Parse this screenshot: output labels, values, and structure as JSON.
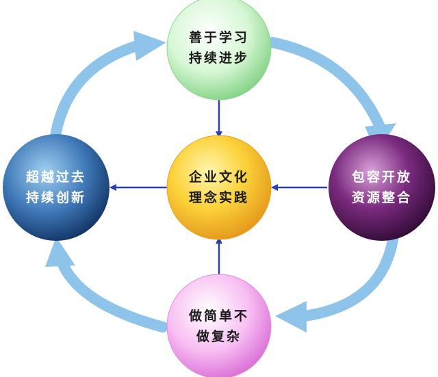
{
  "nodes": {
    "top": {
      "line1": "善于学习",
      "line2": "持续进步",
      "text_color": "#1a1a1a",
      "fill": "#c6f2c4"
    },
    "center": {
      "line1": "企业文化",
      "line2": "理念实践",
      "text_color": "#1a1a1a",
      "fill": "#f8c21c"
    },
    "left": {
      "line1": "超越过去",
      "line2": "持续创新",
      "text_color": "#ffffff",
      "fill": "#2f5f9e"
    },
    "right": {
      "line1": "包容开放",
      "line2": "资源整合",
      "text_color": "#ffffff",
      "fill": "#5e1f63"
    },
    "bottom": {
      "line1": "做简单不",
      "line2": "做复杂",
      "text_color": "#1a1a1a",
      "fill": "#f4a6ef"
    }
  },
  "colors": {
    "cycle_arrow": "#8ec4ea",
    "connector": "#2b3fb3"
  }
}
